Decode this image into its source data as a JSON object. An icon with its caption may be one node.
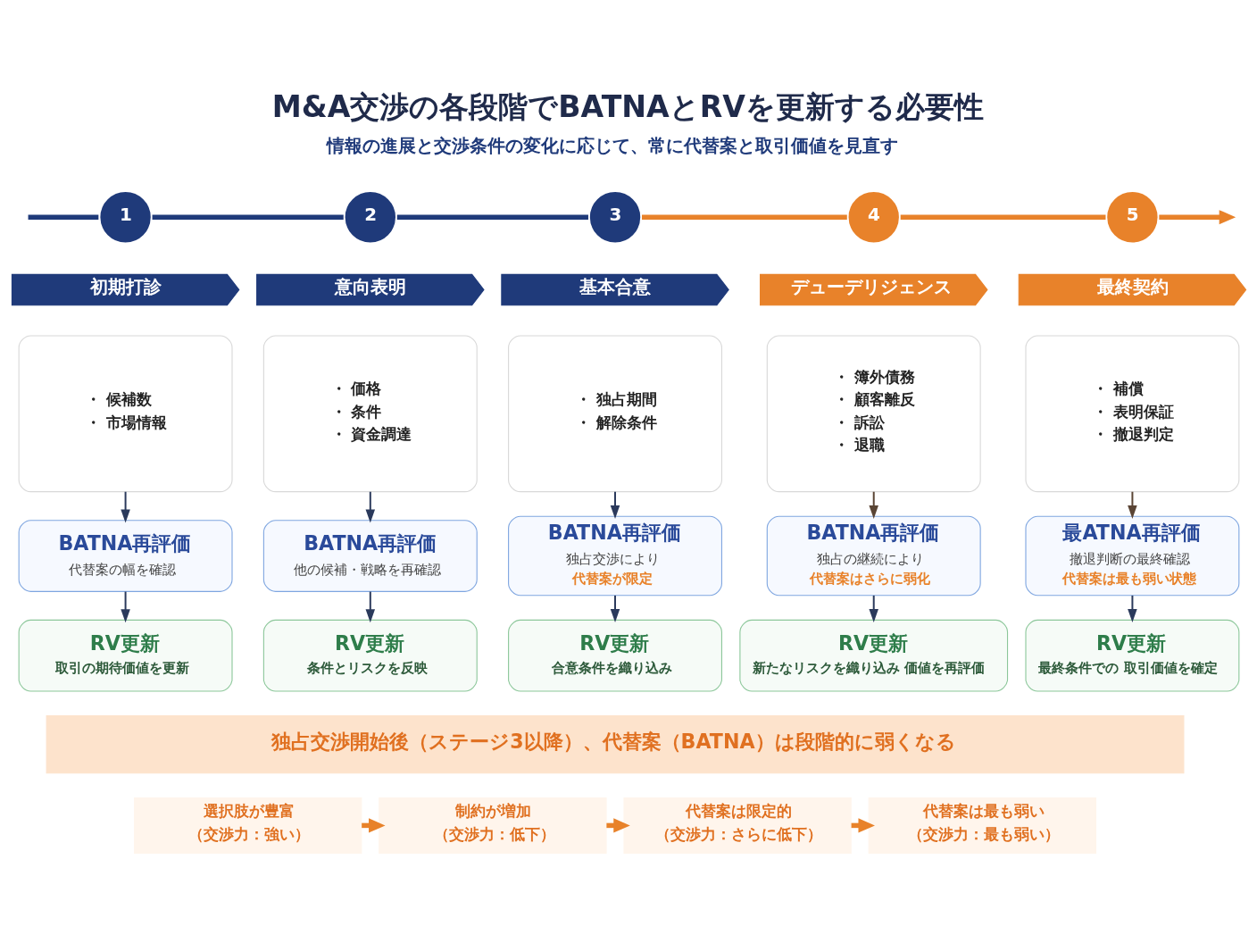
{
  "diagram": {
    "title": "M&A交渉の各段階でBATNAとRVを更新する必要性",
    "nodes": [
      {
        "text": [
          "1"
        ]
      },
      {
        "text": [
          "2"
        ]
      },
      {
        "text": [
          "3"
        ]
      },
      {
        "text": [
          "4"
        ]
      },
      {
        "text": [
          "5"
        ]
      },
      {
        "text": [
          "初期打診"
        ]
      },
      {
        "text": [
          "意向表明"
        ]
      },
      {
        "text": [
          "基本合意"
        ]
      },
      {
        "text": [
          "デューデリジェンス"
        ]
      },
      {
        "text": [
          "最終契約"
        ]
      },
      {
        "text": [
          "・ 候補数",
          "・ 市場情報"
        ]
      },
      {
        "text": [
          "・ 価格",
          "・ 条件",
          "・ 資金調達"
        ]
      },
      {
        "text": [
          "・ 独占期間",
          "・ 解除条件"
        ]
      },
      {
        "text": [
          "・ 簿外債務",
          "・ 顧客離反",
          "・ 訴訟",
          "・ 退職"
        ]
      },
      {
        "text": [
          "・ 補償",
          "・ 表明保証",
          "・ 撤退判定"
        ]
      },
      {
        "text": [
          "BATNA再評価",
          "代替案の幅を確認"
        ]
      },
      {
        "text": [
          "BATNA再評価",
          "他の候補・戦略を再確認"
        ]
      },
      {
        "text": [
          "BATNA再評価",
          "独占交渉により",
          "代替案が限定"
        ]
      },
      {
        "text": [
          "BATNA再評価",
          "独占の継続により",
          "代替案はさらに弱化"
        ]
      },
      {
        "text": [
          "最ATNA再評価",
          "撤退判断の最終確認",
          "代替案は最も弱い状態"
        ]
      },
      {
        "text": [
          "RV更新",
          "取引の期待価値を更新"
        ]
      },
      {
        "text": [
          "RV更新",
          "条件とリスクを反映"
        ]
      },
      {
        "text": [
          "RV更新",
          "合意条件を織り込み"
        ]
      },
      {
        "text": [
          "RV更新",
          "新たなリスクを織り込み 価値を再評価"
        ]
      },
      {
        "text": [
          "RV更新",
          "最終条件での 取引価値を確定"
        ]
      },
      {
        "text": [
          "独占交渉開始後（ステージ3以降）、代替案（BATNA）は段階的に弱くなる"
        ]
      },
      {
        "text": [
          "選択肢が豊富",
          "（交渉力：強い）"
        ]
      },
      {
        "text": [
          "制約が増加",
          "（交渉力：低下）"
        ]
      },
      {
        "text": [
          "代替案は限定的",
          "（交渉力：さらに低下）"
        ]
      },
      {
        "text": [
          "代替案は最も弱い",
          "（交渉力：最も弱い）"
        ]
      }
    ],
    "edges": [
      {
        "from": null,
        "to": 0,
        "arrow": "none",
        "style": "thick"
      },
      {
        "from": 0,
        "to": 1,
        "arrow": "none",
        "style": "thick"
      },
      {
        "from": 1,
        "to": 2,
        "arrow": "none",
        "style": "thick"
      },
      {
        "from": 2,
        "to": 3,
        "arrow": "none",
        "style": "thick",
        "color": "#e8822a"
      },
      {
        "from": 3,
        "to": 4,
        "arrow": "none",
        "style": "thick",
        "color": "#e8822a"
      },
      {
        "from": 4,
        "to": null,
        "arrow": "to",
        "style": "thick",
        "color": "#e8822a"
      },
      {
        "from": 10,
        "to": 15,
        "arrow": "to"
      },
      {
        "from": 11,
        "to": 16,
        "arrow": "to"
      },
      {
        "from": 12,
        "to": 17,
        "arrow": "to"
      },
      {
        "from": 13,
        "to": 18,
        "arrow": "to",
        "color": "#5a4535"
      },
      {
        "from": 14,
        "to": 19,
        "arrow": "to",
        "color": "#5a4535"
      },
      {
        "from": 15,
        "to": 20,
        "arrow": "to"
      },
      {
        "from": 16,
        "to": 21,
        "arrow": "to"
      },
      {
        "from": 17,
        "to": 22,
        "arrow": "to"
      },
      {
        "from": 18,
        "to": 23,
        "arrow": "to"
      },
      {
        "from": 19,
        "to": 24,
        "arrow": "to"
      },
      {
        "from": 26,
        "to": 27,
        "arrow": "to",
        "style": "thick",
        "color": "#e8822a"
      },
      {
        "from": 27,
        "to": 28,
        "arrow": "to",
        "style": "thick",
        "color": "#e8822a"
      },
      {
        "from": 28,
        "to": 29,
        "arrow": "to",
        "style": "thick",
        "color": "#e8822a"
      }
    ],
    "labels": [
      "情報の進展と交渉条件の変化に応じて、常に代替案と取引価値を見直す"
    ]
  }
}
